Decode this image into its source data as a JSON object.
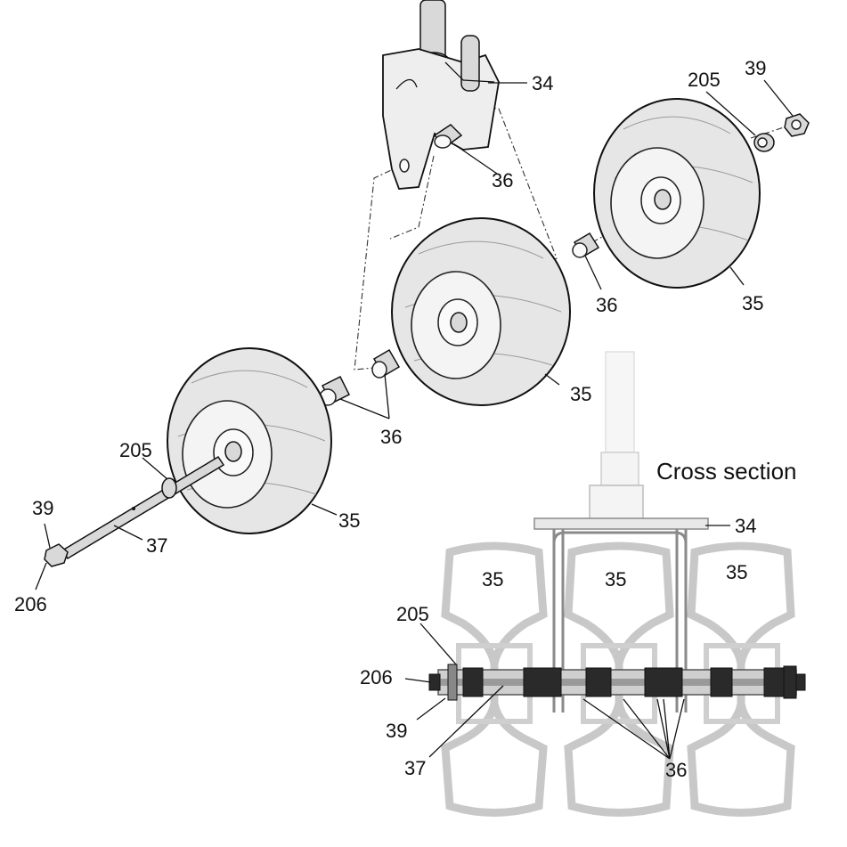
{
  "heading": "Cross section",
  "exploded_view": {
    "labels": {
      "bracket_upper": "34",
      "spacer_bracket": "36",
      "wheel_rear_right": "35",
      "spacer_rear_right": "36",
      "washer_rear_right": "205",
      "nut_rear_right": "39",
      "wheel_middle": "35",
      "spacer_middle_a": "36",
      "wheel_front_left": "35",
      "washer_axle": "205",
      "nut_axle": "39",
      "axle": "37",
      "bolt_head": "206"
    }
  },
  "cross_section": {
    "labels": {
      "bracket": "34",
      "tire_left": "35",
      "tire_center": "35",
      "tire_right": "35",
      "washer": "205",
      "bolt": "206",
      "nut": "39",
      "axle": "37",
      "spacers": "36"
    }
  }
}
